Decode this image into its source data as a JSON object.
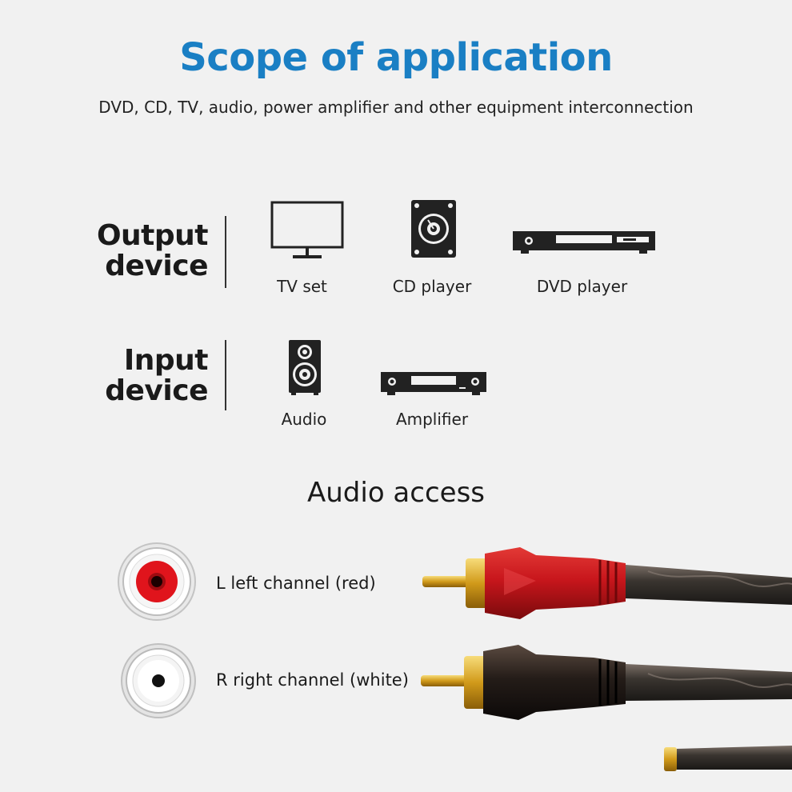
{
  "header": {
    "title": "Scope of application",
    "subtitle": "DVD, CD, TV, audio, power amplifier and other equipment interconnection"
  },
  "output_group": {
    "label_line1": "Output",
    "label_line2": "device",
    "devices": [
      {
        "icon": "tv-icon",
        "label": "TV set"
      },
      {
        "icon": "cd-player-icon",
        "label": "CD player"
      },
      {
        "icon": "dvd-player-icon",
        "label": "DVD player"
      }
    ]
  },
  "input_group": {
    "label_line1": "Input",
    "label_line2": "device",
    "devices": [
      {
        "icon": "speaker-icon",
        "label": "Audio"
      },
      {
        "icon": "amplifier-icon",
        "label": "Amplifier"
      }
    ]
  },
  "audio_access": {
    "title": "Audio access",
    "channels": [
      {
        "label": "L left channel (red)",
        "color": "#e0141c"
      },
      {
        "label": "R right channel (white)",
        "color": "#ffffff"
      }
    ]
  },
  "colors": {
    "title": "#1a7fc4",
    "plug_red": "#c8161c",
    "plug_black": "#1c1c1c",
    "gold": "#d9a521",
    "cable": "#3a3530"
  }
}
